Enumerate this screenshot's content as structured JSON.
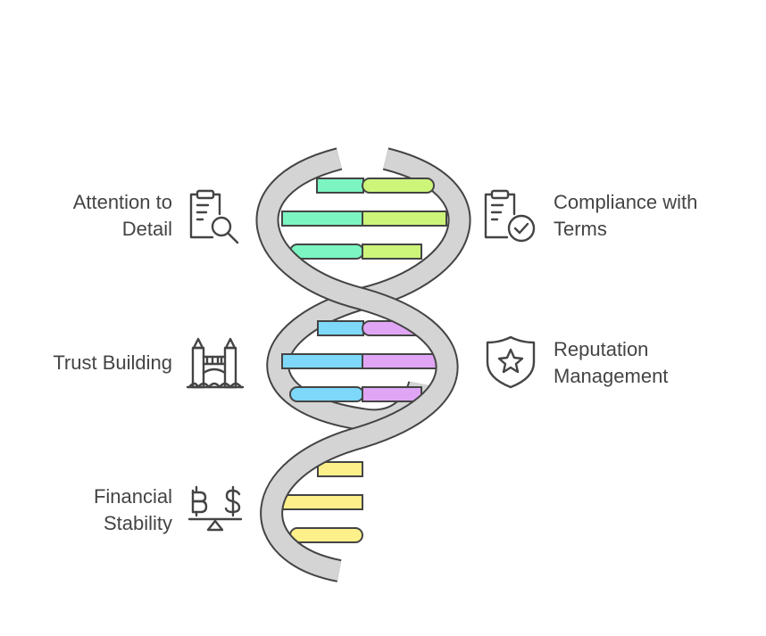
{
  "items": [
    {
      "id": "attention",
      "lines": [
        "Attention to",
        "Detail"
      ],
      "icon": "clipboard-search-icon",
      "color": "#7cf5c3"
    },
    {
      "id": "compliance",
      "lines": [
        "Compliance with",
        "Terms"
      ],
      "icon": "clipboard-check-icon",
      "color": "#cdf57a"
    },
    {
      "id": "trust",
      "lines": [
        "Trust Building"
      ],
      "icon": "bridge-icon",
      "color": "#7dd8fa"
    },
    {
      "id": "reputation",
      "lines": [
        "Reputation",
        "Management"
      ],
      "icon": "shield-star-icon",
      "color": "#e0a6f5"
    },
    {
      "id": "financial",
      "lines": [
        "Financial",
        "Stability"
      ],
      "icon": "currency-balance-icon",
      "color": "#fdf08a"
    }
  ],
  "colors": {
    "strand": "#d4d4d4",
    "outline": "#444444",
    "text": "#444444"
  }
}
